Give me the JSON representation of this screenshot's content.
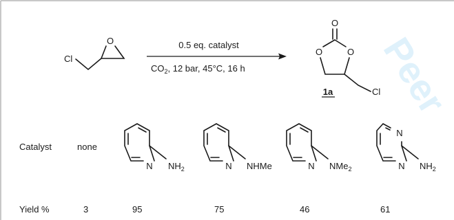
{
  "reaction": {
    "reagent_top": "0.5 eq. catalyst",
    "conditions_prefix": "CO",
    "conditions_sub": "2",
    "conditions_rest": ", 12 bar, 45°C, 16 h"
  },
  "reactant": {
    "cl": "Cl",
    "epoxide_o": "O"
  },
  "product": {
    "carbonyl_o": "O",
    "ring_o_left": "O",
    "ring_o_right": "O",
    "cl": "Cl",
    "label": "1a"
  },
  "table": {
    "row_catalyst_label": "Catalyst",
    "row_yield_label": "Yield %",
    "entries": [
      {
        "catalyst": "none",
        "yield": "3"
      },
      {
        "catalyst": "2-aminopyridine",
        "yield": "95",
        "ring_n1": "N",
        "sub": "NH",
        "sub_subscript": "2"
      },
      {
        "catalyst": "2-(methylamino)pyridine",
        "yield": "75",
        "ring_n1": "N",
        "sub": "NHMe"
      },
      {
        "catalyst": "2-(dimethylamino)pyridine",
        "yield": "46",
        "ring_n1": "N",
        "sub": "NMe",
        "sub_subscript": "2"
      },
      {
        "catalyst": "2-aminopyrimidine",
        "yield": "61",
        "ring_n1": "N",
        "ring_n2": "N",
        "sub": "NH",
        "sub_subscript": "2"
      }
    ]
  },
  "watermark": {
    "text": "Peer",
    "color": "#dff1fb"
  }
}
